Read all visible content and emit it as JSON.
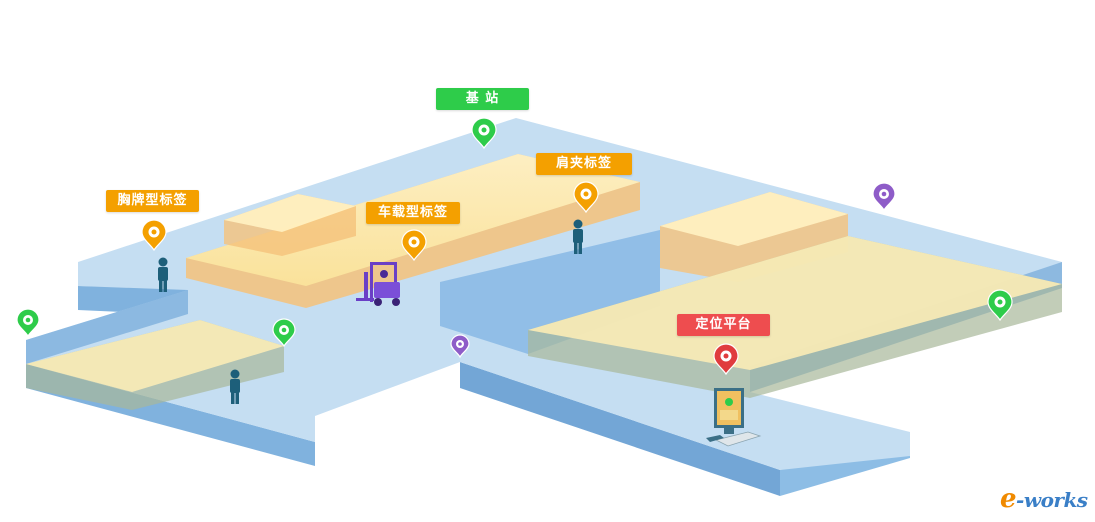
{
  "labels": {
    "base_station": "基 站",
    "badge_tag": "胸牌型标签",
    "vehicle_tag": "车载型标签",
    "shoulder_tag": "肩夹标签",
    "positioning_platform": "定位平台"
  },
  "logo": {
    "e": "e",
    "rest": "-works"
  },
  "colors": {
    "floor_top": "#c5def2",
    "floor_side": "#6aa4d8",
    "storage_top": "#fbecb6",
    "storage_side": "#f5c27a",
    "pin_green": "#2ecc4a",
    "pin_orange": "#f4a000",
    "pin_purple": "#8e5cc8",
    "pin_red": "#e03c3e",
    "person": "#1d5f7a",
    "forklift": "#6a3fc6"
  },
  "icons": [
    "map-pin-icon",
    "person-icon",
    "forklift-icon",
    "computer-icon"
  ]
}
